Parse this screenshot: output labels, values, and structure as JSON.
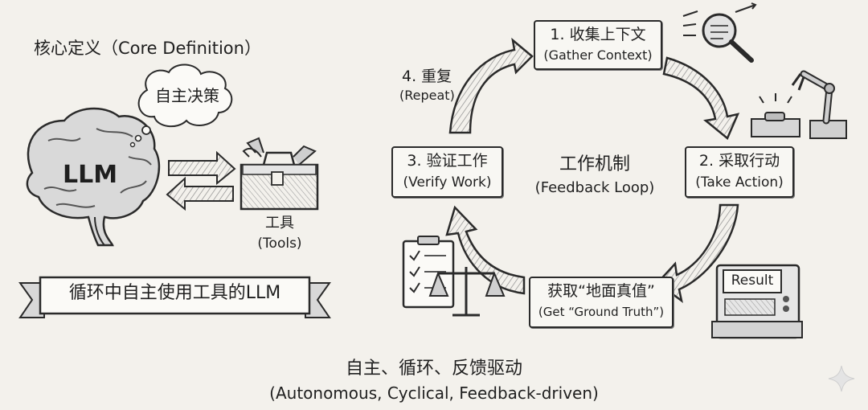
{
  "core": {
    "title": "核心定义（Core Definition）",
    "thought_bubble": "自主决策",
    "llm_label": "LLM",
    "tools_cn": "工具",
    "tools_en": "(Tools)",
    "banner": "循环中自主使用工具的LLM"
  },
  "loop": {
    "center_cn": "工作机制",
    "center_en": "(Feedback Loop)",
    "step1_cn": "1. 收集上下文",
    "step1_en": "(Gather Context)",
    "step2_cn": "2. 采取行动",
    "step2_en": "(Take Action)",
    "step3_cn": "3. 验证工作",
    "step3_en": "(Verify Work)",
    "step4_cn": "4. 重复",
    "step4_en": "(Repeat)",
    "truth_cn": "获取“地面真值”",
    "truth_en": "(Get “Ground Truth”)",
    "result_label": "Result"
  },
  "footer": {
    "cn": "自主、循环、反馈驱动",
    "en": "(Autonomous, Cyclical, Feedback-driven)"
  }
}
